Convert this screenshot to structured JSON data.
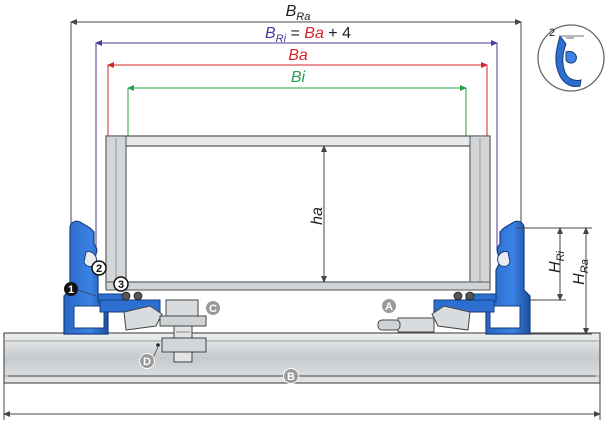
{
  "colors": {
    "blue_profile": "#2c6fd1",
    "blue_dark": "#153f7f",
    "dim_line": "#444444",
    "dim_purple": "#4b3a9b",
    "dim_red": "#d6242b",
    "dim_green": "#26a04a",
    "rail_fill": "#cfd3d6",
    "frame_fill": "#d9dcdf",
    "badge_gray": "#9a9a9a"
  },
  "dimensions": {
    "b_ra": {
      "base": "B",
      "sub": "Ra"
    },
    "b_ri_eq": {
      "base": "B",
      "sub": "Ri",
      "equals": " = ",
      "ba": "Ba",
      "plus": " + 4"
    },
    "ba": "Ba",
    "bi": "Bi",
    "ha": "ha",
    "h_ri": {
      "base": "H",
      "sub": "Ri"
    },
    "h_ra": {
      "base": "H",
      "sub": "Ra"
    },
    "detail_value": "2"
  },
  "badges": {
    "one": "1",
    "two": "2",
    "three": "3",
    "a": "A",
    "b": "B",
    "c": "C",
    "d": "D"
  },
  "icons": {
    "detail": "detail-magnifier-icon",
    "profile": "channel-profile-icon"
  }
}
